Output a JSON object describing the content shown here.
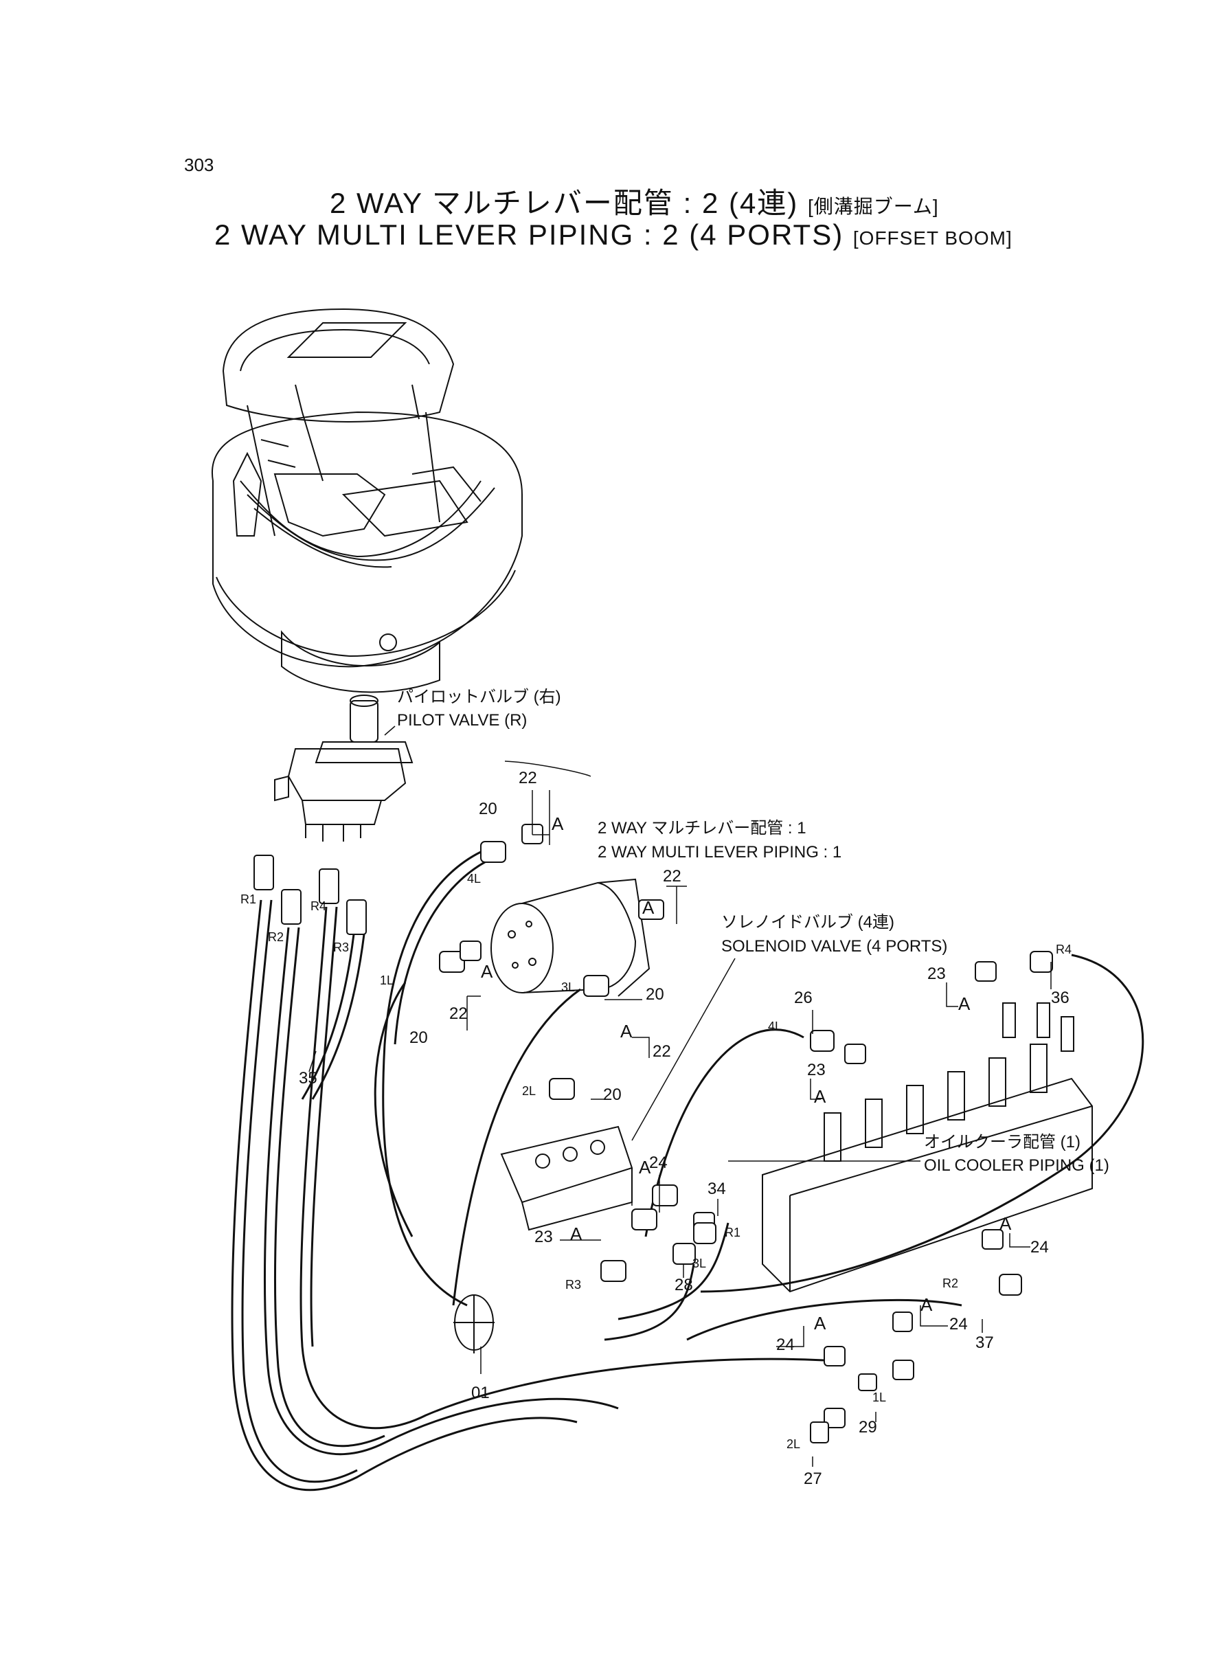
{
  "page": {
    "page_number": "303",
    "title_jp": "2 WAY マルチレバー配管 : 2 (4連)",
    "title_jp_suffix": "[側溝掘ブーム]",
    "title_en": "2 WAY MULTI LEVER PIPING : 2 (4 PORTS)",
    "title_en_suffix": "[OFFSET BOOM]"
  },
  "callouts": {
    "pilot_valve_jp": "パイロットバルブ (右)",
    "pilot_valve_en": "PILOT VALVE (R)",
    "multi_lever_1_jp": "2 WAY マルチレバー配管 : 1",
    "multi_lever_1_en": "2 WAY MULTI LEVER PIPING : 1",
    "solenoid_jp": "ソレノイドバルブ (4連)",
    "solenoid_en": "SOLENOID VALVE (4 PORTS)",
    "oil_cooler_jp": "オイルクーラ配管 (1)",
    "oil_cooler_en": "OIL COOLER PIPING (1)"
  },
  "part_numbers": {
    "p01": "01",
    "p20": "20",
    "p22": "22",
    "p23": "23",
    "p24": "24",
    "p26": "26",
    "p27": "27",
    "p28": "28",
    "p29": "29",
    "p34": "34",
    "p35": "35",
    "p36": "36",
    "p37": "37"
  },
  "port_labels": {
    "r1": "R1",
    "r2": "R2",
    "r3": "R3",
    "r4": "R4",
    "l1": "1L",
    "l2": "2L",
    "l3": "3L",
    "l4": "4L",
    "a": "A"
  }
}
